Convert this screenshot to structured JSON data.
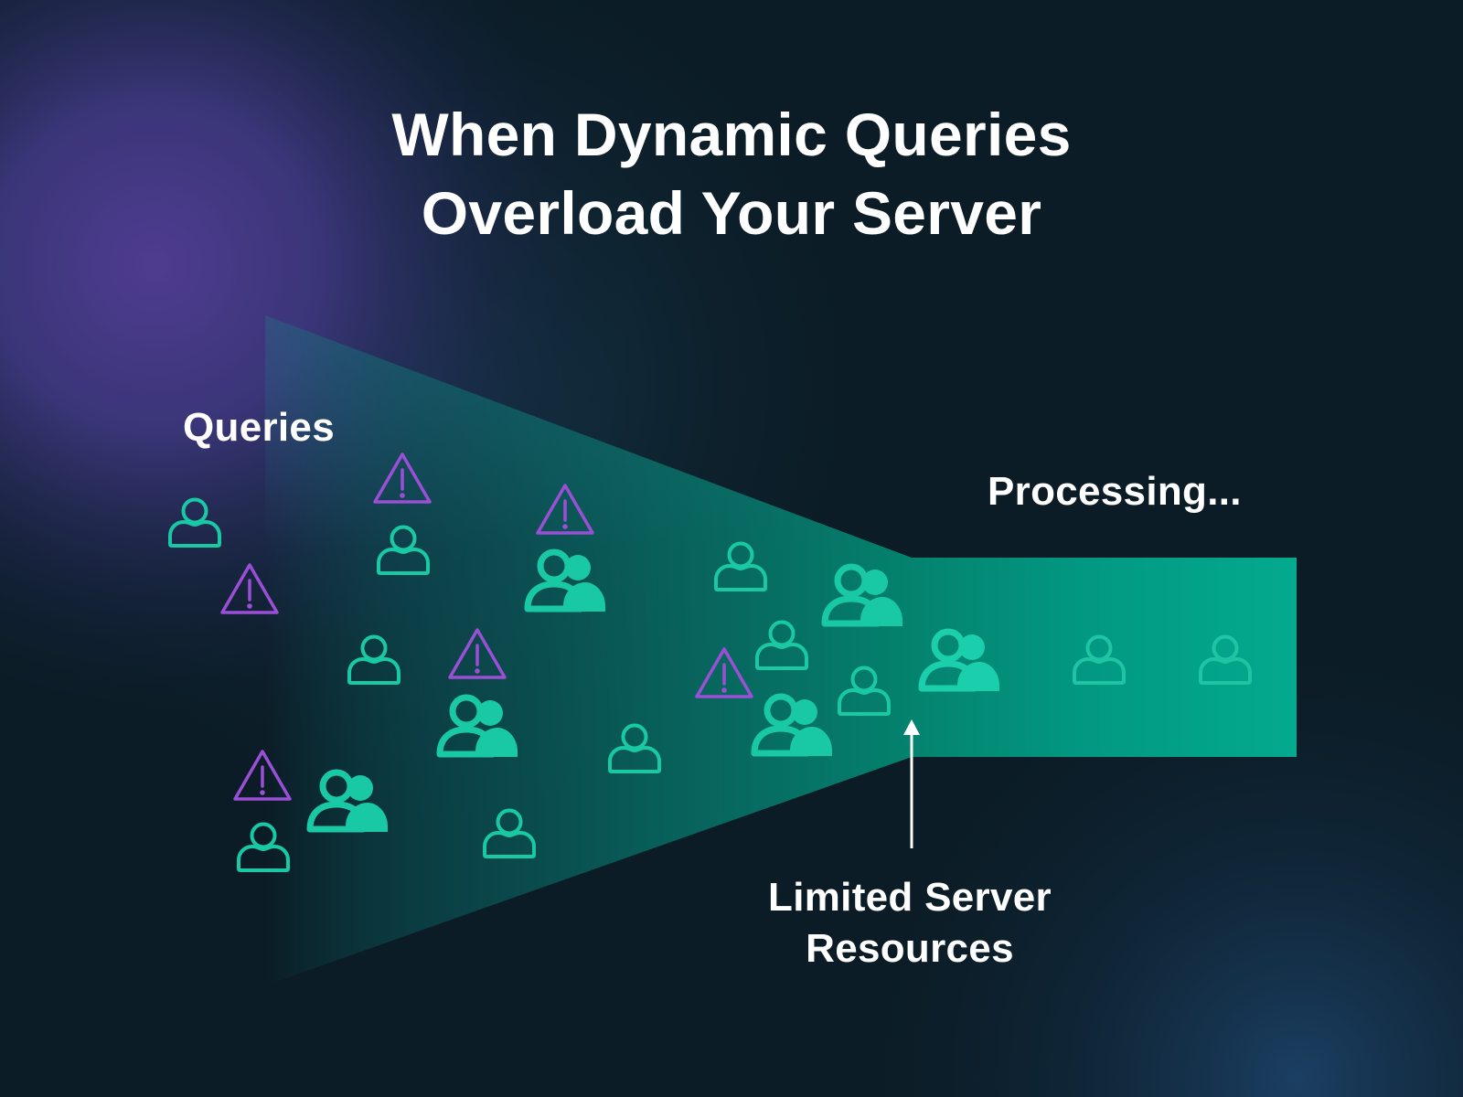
{
  "title": {
    "line1": "When Dynamic Queries",
    "line2": "Overload Your Server"
  },
  "labels": {
    "queries": "Queries",
    "processing": "Processing...",
    "limited_line1": "Limited Server",
    "limited_line2": "Resources"
  },
  "colors": {
    "background": "#0b1c26",
    "glow_purple": "#4e3a8e",
    "teal_icon": "#19c9a5",
    "teal_pipe": "#03a88c",
    "warning_purple": "#9b4fd6",
    "text": "#ffffff"
  },
  "icons": [
    {
      "type": "person",
      "region": "queries"
    },
    {
      "type": "warning",
      "region": "queries"
    },
    {
      "type": "warning",
      "region": "queries"
    },
    {
      "type": "person",
      "region": "queries"
    },
    {
      "type": "warning",
      "region": "queries"
    },
    {
      "type": "group",
      "region": "queries"
    },
    {
      "type": "person",
      "region": "queries"
    },
    {
      "type": "warning",
      "region": "queries"
    },
    {
      "type": "group",
      "region": "queries"
    },
    {
      "type": "person",
      "region": "queries"
    },
    {
      "type": "warning",
      "region": "queries"
    },
    {
      "type": "group",
      "region": "queries"
    },
    {
      "type": "person",
      "region": "queries"
    },
    {
      "type": "person",
      "region": "queries"
    },
    {
      "type": "person",
      "region": "queries"
    },
    {
      "type": "group",
      "region": "queries"
    },
    {
      "type": "person",
      "region": "queries"
    },
    {
      "type": "warning",
      "region": "queries"
    },
    {
      "type": "person",
      "region": "queries"
    },
    {
      "type": "group",
      "region": "queries"
    },
    {
      "type": "group",
      "region": "processing"
    },
    {
      "type": "person",
      "region": "processing"
    },
    {
      "type": "person",
      "region": "processing"
    }
  ]
}
